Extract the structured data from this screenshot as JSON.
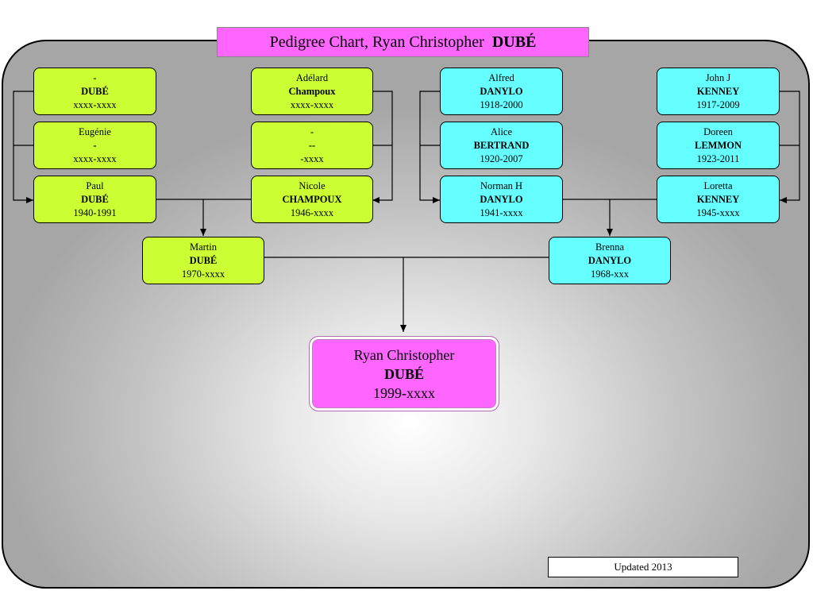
{
  "title": {
    "prefix": "Pedigree Chart, Ryan Christopher",
    "surname": "DUBÉ"
  },
  "colors": {
    "paternal": "#ccff33",
    "maternal": "#66ffff",
    "root": "#ff66ff",
    "title": "#ff66ff"
  },
  "people": {
    "pgg1": {
      "given": "-",
      "surname": "DUBÉ",
      "years": "xxxx-xxxx"
    },
    "pgg2": {
      "given": "Eugénie",
      "surname": "-",
      "years": "xxxx-xxxx"
    },
    "paul": {
      "given": "Paul",
      "surname": "DUBÉ",
      "years": "1940-1991"
    },
    "adelard": {
      "given": "Adélard",
      "surname": "Champoux",
      "years": "xxxx-xxxx"
    },
    "pgg4": {
      "given": "-",
      "surname": "--",
      "years": "-xxxx"
    },
    "nicole": {
      "given": "Nicole",
      "surname": "CHAMPOUX",
      "years": "1946-xxxx"
    },
    "alfred": {
      "given": "Alfred",
      "surname": "DANYLO",
      "years": "1918-2000"
    },
    "alice": {
      "given": "Alice",
      "surname": "BERTRAND",
      "years": "1920-2007"
    },
    "norman": {
      "given": "Norman H",
      "surname": "DANYLO",
      "years": "1941-xxxx"
    },
    "john": {
      "given": "John J",
      "surname": "KENNEY",
      "years": "1917-2009"
    },
    "doreen": {
      "given": "Doreen",
      "surname": "LEMMON",
      "years": "1923-2011"
    },
    "loretta": {
      "given": "Loretta",
      "surname": "KENNEY",
      "years": "1945-xxxx"
    },
    "martin": {
      "given": "Martin",
      "surname": "DUBÉ",
      "years": "1970-xxxx"
    },
    "brenna": {
      "given": "Brenna",
      "surname": "DANYLO",
      "years": "1968-xxx"
    },
    "ryan": {
      "given": "Ryan Christopher",
      "surname": "DUBÉ",
      "years": "1999-xxxx"
    }
  },
  "footer": {
    "updated": "Updated 2013"
  }
}
